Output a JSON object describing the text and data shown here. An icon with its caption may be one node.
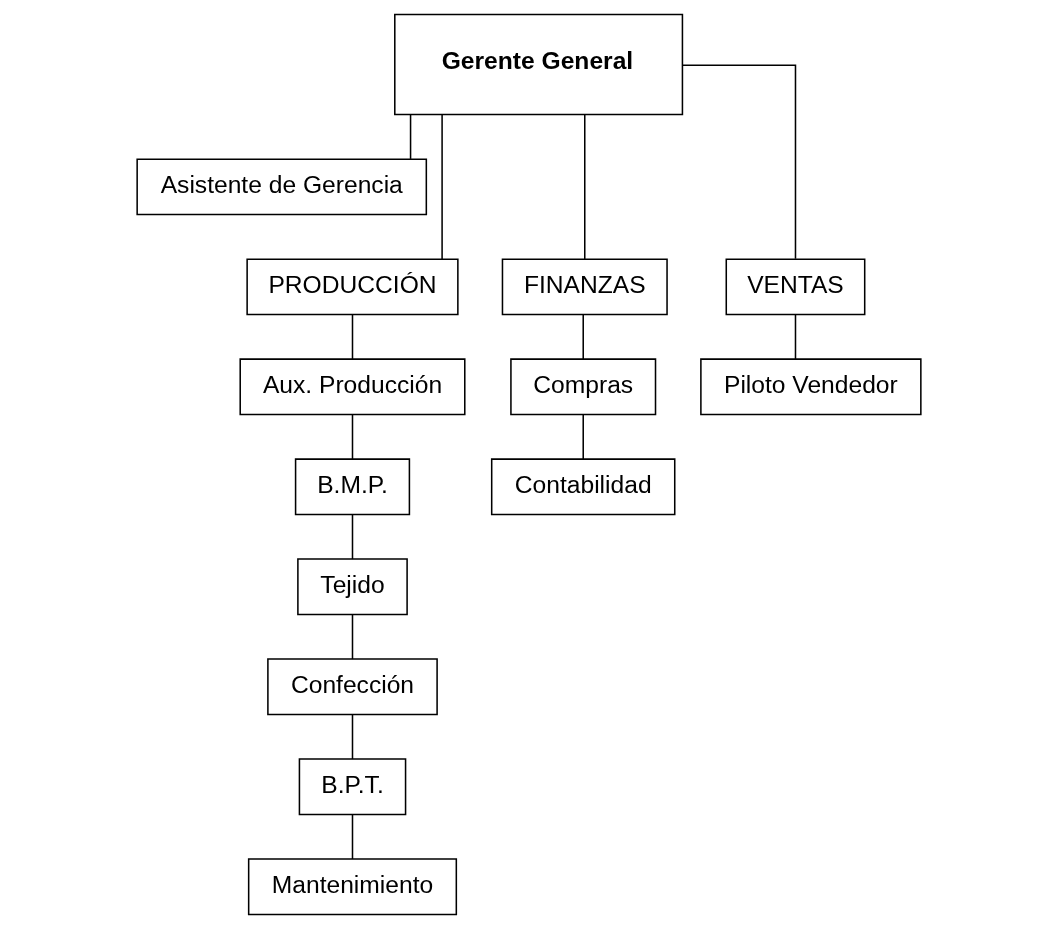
{
  "diagram": {
    "nodes": [
      {
        "text": [
          "Gerente General"
        ]
      },
      {
        "text": [
          "Asistente de Gerencia"
        ]
      },
      {
        "text": [
          "PRODUCCIÓN"
        ]
      },
      {
        "text": [
          "FINANZAS"
        ]
      },
      {
        "text": [
          "VENTAS"
        ]
      },
      {
        "text": [
          "Aux. Producción"
        ]
      },
      {
        "text": [
          "B.M.P."
        ]
      },
      {
        "text": [
          "Tejido"
        ]
      },
      {
        "text": [
          "Confección"
        ]
      },
      {
        "text": [
          "B.P.T."
        ]
      },
      {
        "text": [
          "Mantenimiento"
        ]
      },
      {
        "text": [
          "Compras"
        ]
      },
      {
        "text": [
          "Contabilidad"
        ]
      },
      {
        "text": [
          "Piloto Vendedor"
        ]
      }
    ],
    "edges": [
      {
        "from": 0,
        "to": 1,
        "arrow": "none"
      },
      {
        "from": 0,
        "to": 2,
        "arrow": "none"
      },
      {
        "from": 0,
        "to": 3,
        "arrow": "none"
      },
      {
        "from": 0,
        "to": 4,
        "arrow": "none"
      },
      {
        "from": 2,
        "to": 5,
        "arrow": "none"
      },
      {
        "from": 5,
        "to": 6,
        "arrow": "none"
      },
      {
        "from": 6,
        "to": 7,
        "arrow": "none"
      },
      {
        "from": 7,
        "to": 8,
        "arrow": "none"
      },
      {
        "from": 8,
        "to": 9,
        "arrow": "none"
      },
      {
        "from": 9,
        "to": 10,
        "arrow": "none"
      },
      {
        "from": 3,
        "to": 11,
        "arrow": "none"
      },
      {
        "from": 11,
        "to": 12,
        "arrow": "none"
      },
      {
        "from": 4,
        "to": 13,
        "arrow": "none"
      }
    ]
  }
}
